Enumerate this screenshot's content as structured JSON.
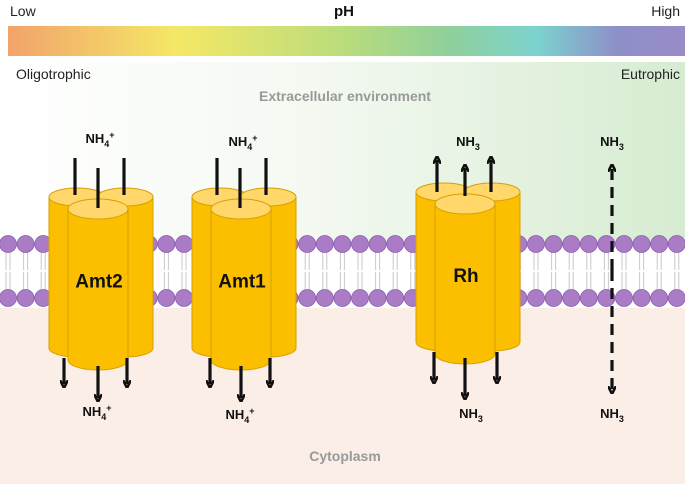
{
  "ph_scale": {
    "title": "pH",
    "low_label": "Low",
    "high_label": "High",
    "left_condition": "Oligotrophic",
    "right_condition": "Eutrophic",
    "gradient_colors": [
      "#f2a36b",
      "#f4e866",
      "#b9dc7c",
      "#8fd09a",
      "#7cd3cf",
      "#8e8fc8",
      "#9a8cc8"
    ]
  },
  "regions": {
    "extracellular_label": "Extracellular environment",
    "cytoplasm_label": "Cytoplasm"
  },
  "transporters": [
    {
      "name": "Amt2",
      "top_substrate": {
        "base": "NH",
        "sub": "4",
        "sup": "+"
      },
      "bottom_substrate": {
        "base": "NH",
        "sub": "4",
        "sup": "+"
      },
      "direction": "inward"
    },
    {
      "name": "Amt1",
      "top_substrate": {
        "base": "NH",
        "sub": "4",
        "sup": "+"
      },
      "bottom_substrate": {
        "base": "NH",
        "sub": "4",
        "sup": "+"
      },
      "direction": "inward"
    },
    {
      "name": "Rh",
      "top_substrate": {
        "base": "NH",
        "sub": "3",
        "sup": ""
      },
      "bottom_substrate": {
        "base": "NH",
        "sub": "3",
        "sup": ""
      },
      "direction": "bidirectional"
    }
  ],
  "diffusion": {
    "top_substrate": {
      "base": "NH",
      "sub": "3",
      "sup": ""
    },
    "bottom_substrate": {
      "base": "NH",
      "sub": "3",
      "sup": ""
    },
    "direction": "bidirectional"
  },
  "colors": {
    "cylinder_fill": "#fbbf00",
    "cylinder_top": "#ffd76a",
    "cylinder_edge": "#d6a000",
    "lipid_head": "#a97cc5",
    "extracellular_tint": "#ddefd9",
    "cytoplasm_tint": "#fbeee6",
    "region_label": "#999999"
  }
}
